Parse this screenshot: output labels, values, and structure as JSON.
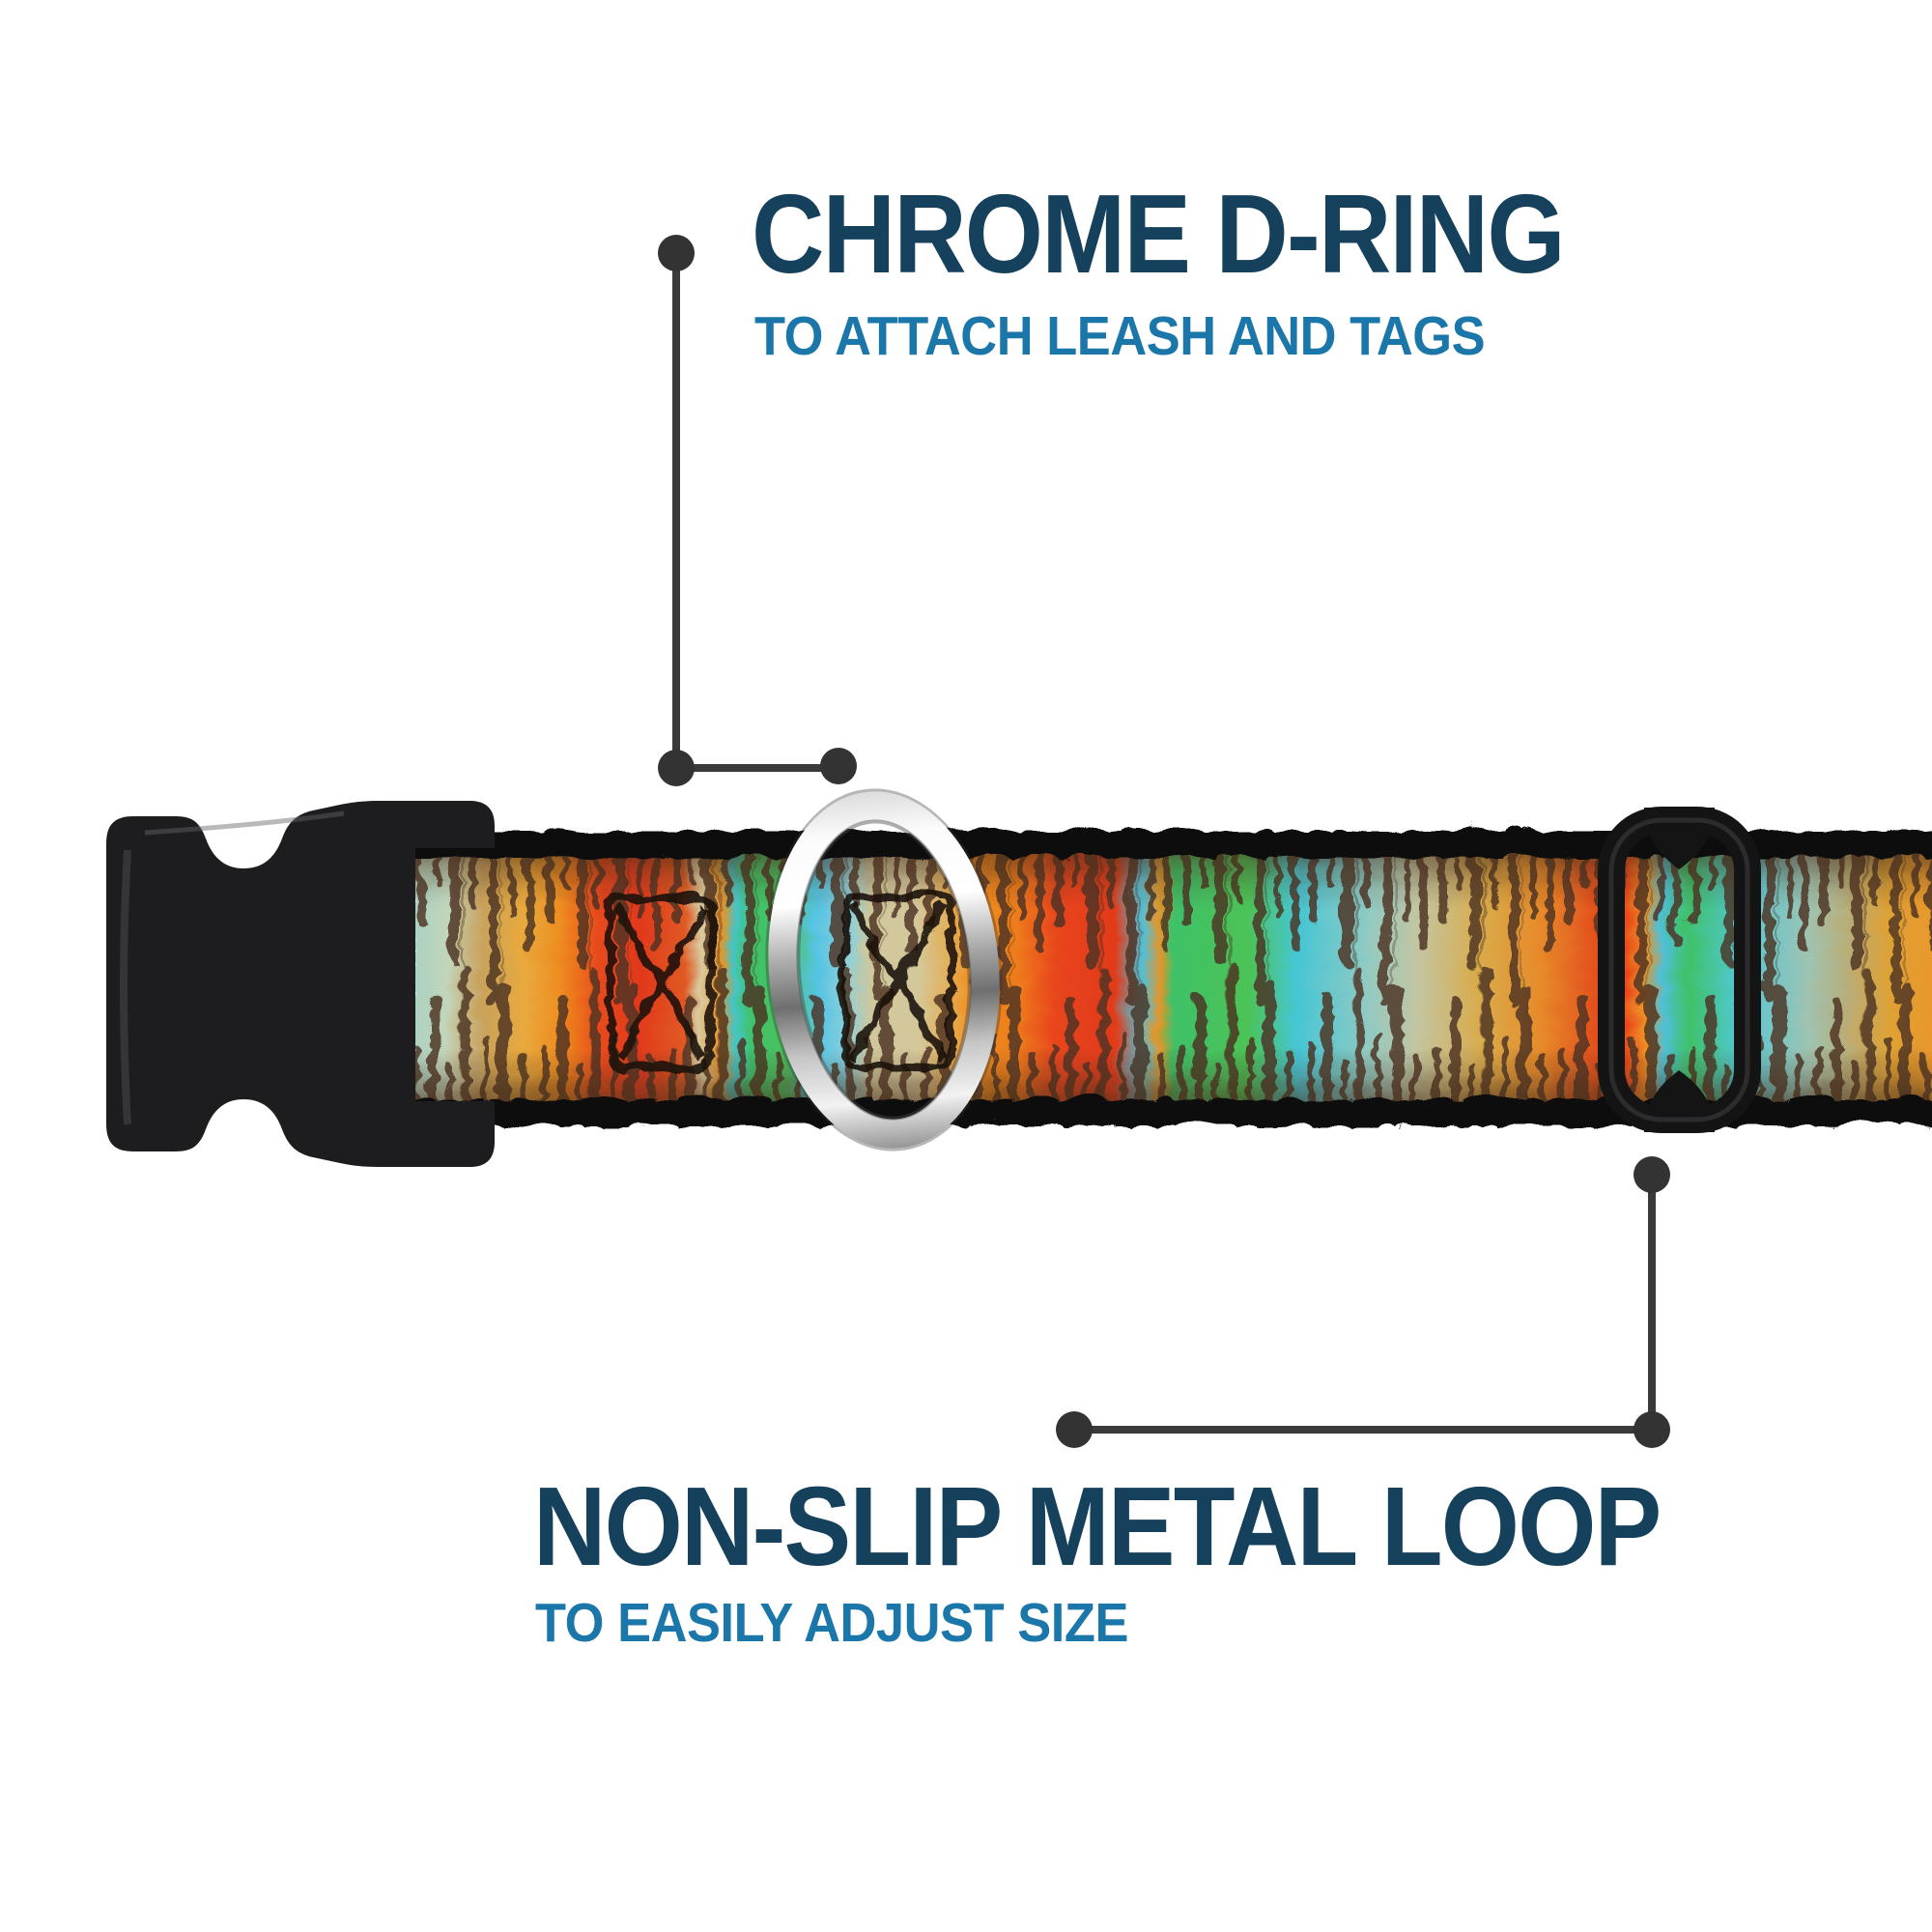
{
  "callouts": {
    "top": {
      "title": "CHROME D-RING",
      "subtitle": "TO ATTACH LEASH AND TAGS"
    },
    "bottom": {
      "title": "NON-SLIP METAL LOOP",
      "subtitle": "TO EASILY ADJUST SIZE"
    }
  },
  "product": {
    "parts": {
      "buckle": "side-release-buckle",
      "ring": "chrome-d-ring",
      "adjuster": "non-slip-metal-loop",
      "strap": "patterned-collar-strap",
      "stitching": "box-x-stitch"
    }
  },
  "colors": {
    "background": "#ffffff",
    "title_navy": "#15415d",
    "subtitle_blue": "#1b77a9",
    "callout_marker": "#333333",
    "buckle_black": "#1d1d20",
    "loop_black": "#141414",
    "chrome_light": "#fbfbfb",
    "chrome_dark": "#6f6f6f",
    "strap_brown": "#4b3222",
    "strap_palette": [
      "#e8391b",
      "#ee8c20",
      "#e9a93c",
      "#cfc79c",
      "#3fc36a",
      "#2fc08f",
      "#55c4e4",
      "#45c6d4",
      "#a9d2c2",
      "#c3c5a1",
      "#dfa133"
    ]
  }
}
